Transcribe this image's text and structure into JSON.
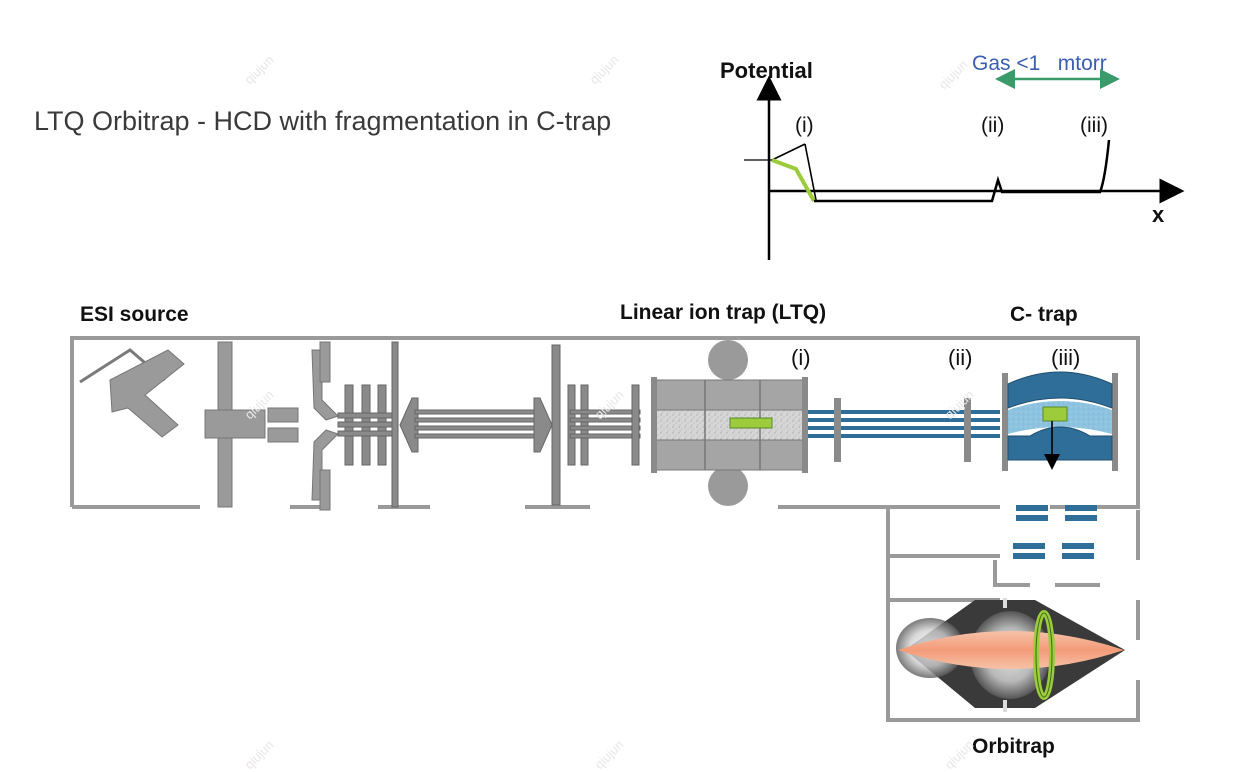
{
  "title": "LTQ Orbitrap - HCD with fragmentation in C-trap",
  "potential_plot": {
    "y_axis_label": "Potential",
    "x_axis_label": "x",
    "markers": [
      "(i)",
      "(ii)",
      "(iii)"
    ],
    "gas_label": "Gas <1   mtorr"
  },
  "instrument": {
    "esi_source": "ESI source",
    "linear_ion_trap": "Linear ion trap (LTQ)",
    "c_trap": "C- trap",
    "orbitrap": "Orbitrap",
    "markers": [
      "(i)",
      "(ii)",
      "(iii)"
    ]
  },
  "watermark": "qiujun",
  "colors": {
    "wall_gray": "#9a9a9a",
    "ion_green": "#9ccb3b",
    "optics_blue": "#2f6e98",
    "gas_arrow_green": "#3a9a6a",
    "gas_text_blue": "#3a5fb0",
    "orbitrap_beam": "#f0a080"
  }
}
